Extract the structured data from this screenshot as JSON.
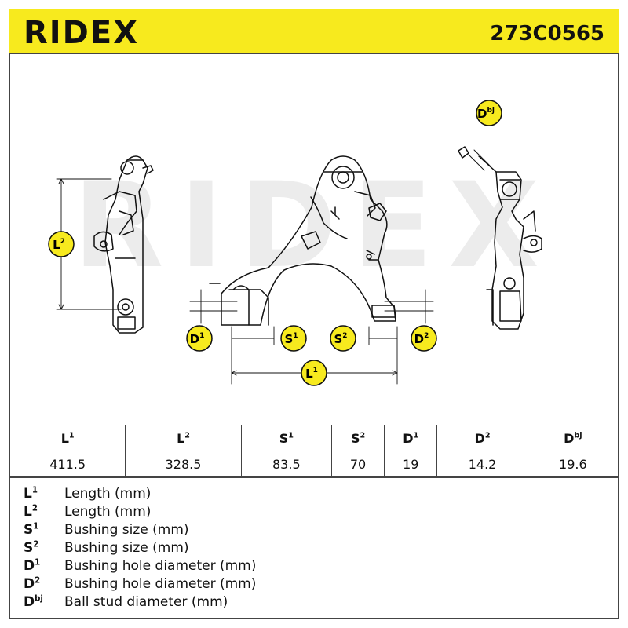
{
  "header": {
    "brand": "RIDEX",
    "part_number": "273C0565"
  },
  "drawing": {
    "watermark": "RIDEX",
    "labels": {
      "L1": "L",
      "L2": "L",
      "S1": "S",
      "S2": "S",
      "D1": "D",
      "D2": "D",
      "Dbj": "D"
    },
    "label_sups": {
      "L1": "1",
      "L2": "2",
      "S1": "1",
      "S2": "2",
      "D1": "1",
      "D2": "2",
      "Dbj": "bj"
    },
    "colors": {
      "badge_fill": "#f7ea1e",
      "header_bg": "#f7ea1e",
      "line": "#111111",
      "watermark": "#e6e6e6"
    }
  },
  "specs": {
    "headers": [
      {
        "sym": "L",
        "sup": "1"
      },
      {
        "sym": "L",
        "sup": "2"
      },
      {
        "sym": "S",
        "sup": "1"
      },
      {
        "sym": "S",
        "sup": "2"
      },
      {
        "sym": "D",
        "sup": "1"
      },
      {
        "sym": "D",
        "sup": "2"
      },
      {
        "sym": "D",
        "sup": "bj"
      }
    ],
    "values": [
      "411.5",
      "328.5",
      "83.5",
      "70",
      "19",
      "14.2",
      "19.6"
    ]
  },
  "legend": [
    {
      "sym": "L",
      "sup": "1",
      "text": "Length (mm)"
    },
    {
      "sym": "L",
      "sup": "2",
      "text": "Length (mm)"
    },
    {
      "sym": "S",
      "sup": "1",
      "text": "Bushing size (mm)"
    },
    {
      "sym": "S",
      "sup": "2",
      "text": "Bushing size (mm)"
    },
    {
      "sym": "D",
      "sup": "1",
      "text": "Bushing hole diameter (mm)"
    },
    {
      "sym": "D",
      "sup": "2",
      "text": "Bushing hole diameter (mm)"
    },
    {
      "sym": "D",
      "sup": "bj",
      "text": "Ball stud diameter (mm)"
    }
  ]
}
